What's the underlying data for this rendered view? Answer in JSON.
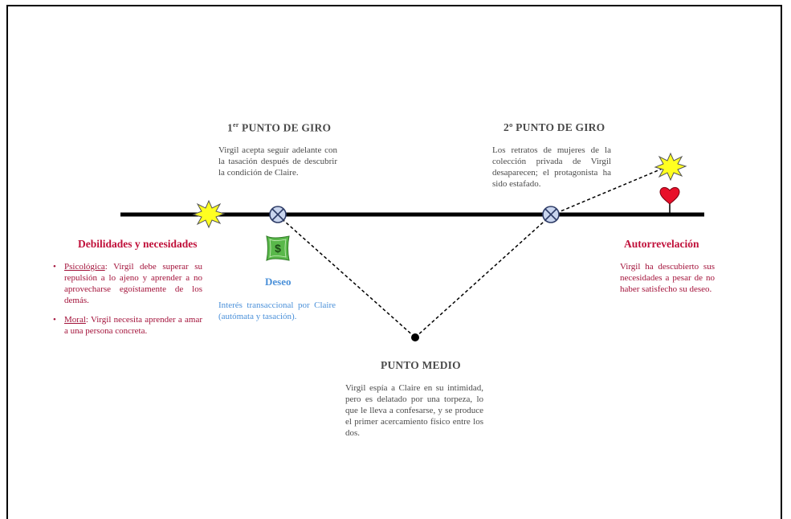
{
  "colors": {
    "red": "#c0103a",
    "blue": "#4a90d9",
    "gray_text": "#4a4a4a",
    "node_fill": "#c9d5ee",
    "node_stroke": "#2d3b66",
    "starburst": "#ffff20",
    "dollar": "#59b84a",
    "heart": "#e8102a"
  },
  "turning_point_1": {
    "title_main": "1",
    "title_sup": "er",
    "title_rest": " PUNTO DE GIRO",
    "text": "Virgil acepta seguir adelante con la tasación después de descubrir la condición de Claire."
  },
  "turning_point_2": {
    "title": "2º PUNTO DE GIRO",
    "text": "Los retratos de mujeres de la colección privada de Virgil desaparecen; el protagonista ha sido estafado."
  },
  "weaknesses": {
    "title": "Debilidades y necesidades",
    "items": [
      {
        "term": "Psicológica",
        "text": ": Virgil debe superar su repulsión a lo ajeno y aprender a no aprovecharse egoístamente de los demás."
      },
      {
        "term": "Moral",
        "text": ": Virgil necesita aprender a amar a una persona concreta."
      }
    ]
  },
  "desire": {
    "title": "Deseo",
    "text": "Interés transaccional por Claire (autómata y tasación).",
    "icon_symbol": "$"
  },
  "midpoint": {
    "title": "PUNTO MEDIO",
    "text": "Virgil espía a Claire en su intimidad, pero es delatado por una torpeza, lo que le lleva a confesarse, y se produce el primer acercamiento físico entre los dos."
  },
  "self_revelation": {
    "title": "Autorrevelación",
    "text": "Virgil ha descubierto sus necesidades a pesar de no haber satisfecho su deseo."
  },
  "icons": [
    "starburst-icon",
    "dollar-bill-icon",
    "heart-icon",
    "crossed-circle-icon",
    "dot-icon"
  ]
}
